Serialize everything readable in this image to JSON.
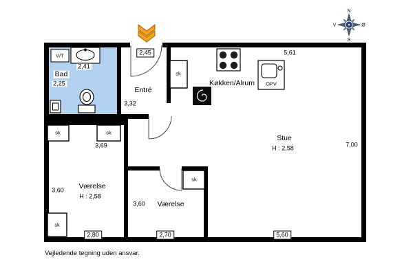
{
  "compass": {
    "north": "N",
    "east": "Ø",
    "south": "S",
    "west": "V"
  },
  "labels": {
    "closet": "sk",
    "vt": "V/T",
    "opv": "OPV"
  },
  "rooms": {
    "bad": {
      "name": "Bad",
      "width": "2,41",
      "depth": "2,25"
    },
    "entre": {
      "name": "Entré",
      "entrance_width": "2,45",
      "depth": "3,32"
    },
    "kokken_alrum": {
      "name": "Køkken/Alrum",
      "width": "5,61"
    },
    "stue": {
      "name": "Stue",
      "ceiling_height": "H : 2,58",
      "depth": "7,00",
      "width": "5,60"
    },
    "vaerelse_1": {
      "name": "Værelse",
      "ceiling_height": "H : 2,58",
      "inner_width": "3,69",
      "depth": "3,60",
      "width": "2,80"
    },
    "vaerelse_2": {
      "name": "Værelse",
      "depth": "3,60",
      "width": "2,70"
    }
  },
  "footer": {
    "disclaimer": "Vejledende tegning uden ansvar."
  }
}
